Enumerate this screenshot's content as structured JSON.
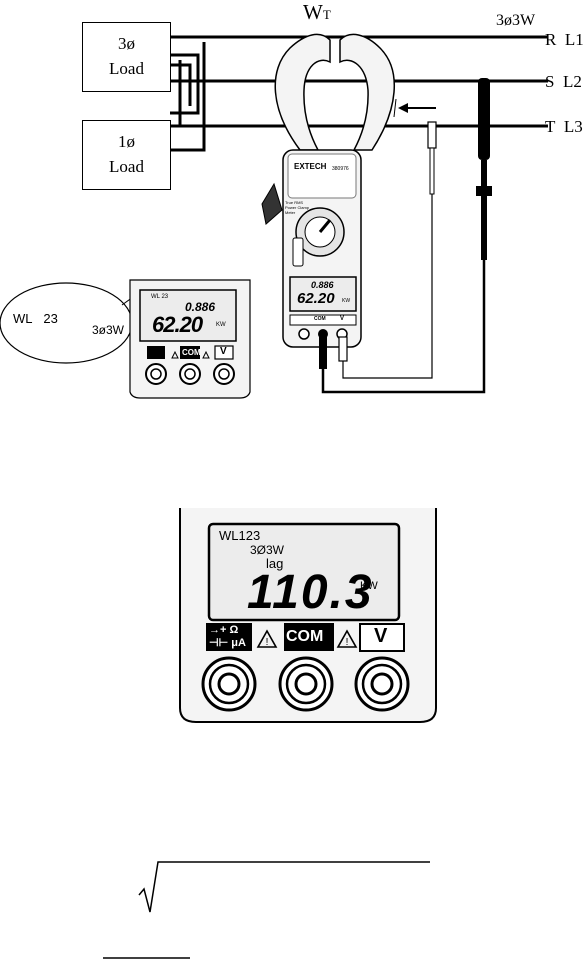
{
  "wiring": {
    "title": "WT",
    "title_main": "W",
    "title_sub": "T",
    "system_label": "3ø3W",
    "lines": [
      {
        "phase": "R",
        "name": "L1"
      },
      {
        "phase": "S",
        "name": "L2"
      },
      {
        "phase": "T",
        "name": "L3"
      }
    ],
    "load_3phase": {
      "line1": "3ø",
      "line2": "Load"
    },
    "load_1phase": {
      "line1": "1ø",
      "line2": "Load"
    }
  },
  "meter_small": {
    "brand": "EXTECH",
    "model": "380976",
    "product": "True RMS Power Clamp Meter",
    "lcd_top": "0.886",
    "lcd_main": "62.20",
    "lcd_unit": "KW",
    "jack_labels": [
      "COM",
      "V"
    ]
  },
  "callout": {
    "wl": "WL",
    "wl_num": "23",
    "mode": "3ø3W"
  },
  "inset_small": {
    "wl": "WL 23",
    "top_value": "0.886",
    "main_value": "62.20",
    "unit": "KW",
    "jack_com": "COM",
    "jack_v": "V"
  },
  "meter_large": {
    "wl": "WL123",
    "mode": "3Ø3W",
    "pf_state": "lag",
    "main_value": "110.3",
    "unit": "KW",
    "jack_left_top": "→+ Ω",
    "jack_left_bottom": "⊣⊢ μA",
    "jack_com": "COM",
    "jack_v": "V"
  },
  "colors": {
    "ink": "#000000",
    "lcd_bg": "#ececec",
    "meter_body": "#f4f4f4"
  }
}
